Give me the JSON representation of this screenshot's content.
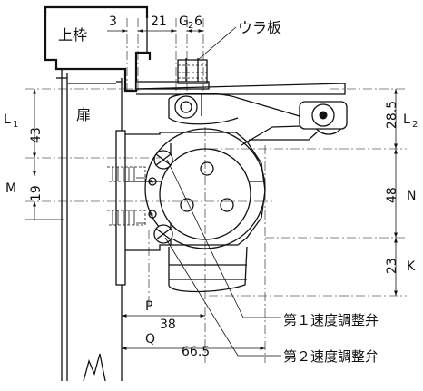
{
  "labels": {
    "upper_frame": "上枠",
    "door": "扉",
    "back_plate": "ウラ板",
    "valve_1": "第１速度調整弁",
    "valve_2": "第２速度調整弁"
  },
  "dimensions": {
    "d3": "3",
    "d21": "21",
    "g2_letter": "G",
    "g2_sub": "2",
    "d6": "6",
    "l1_letter": "L",
    "l1_sub": "1",
    "d43": "43",
    "m_letter": "M",
    "d19": "19",
    "l2_letter": "L",
    "l2_sub": "2",
    "d28_5": "28.5",
    "n_letter": "N",
    "d48": "48",
    "k_letter": "K",
    "d23": "23",
    "p_letter": "P",
    "d38": "38",
    "q_letter": "Q",
    "d66_5": "66.5"
  }
}
